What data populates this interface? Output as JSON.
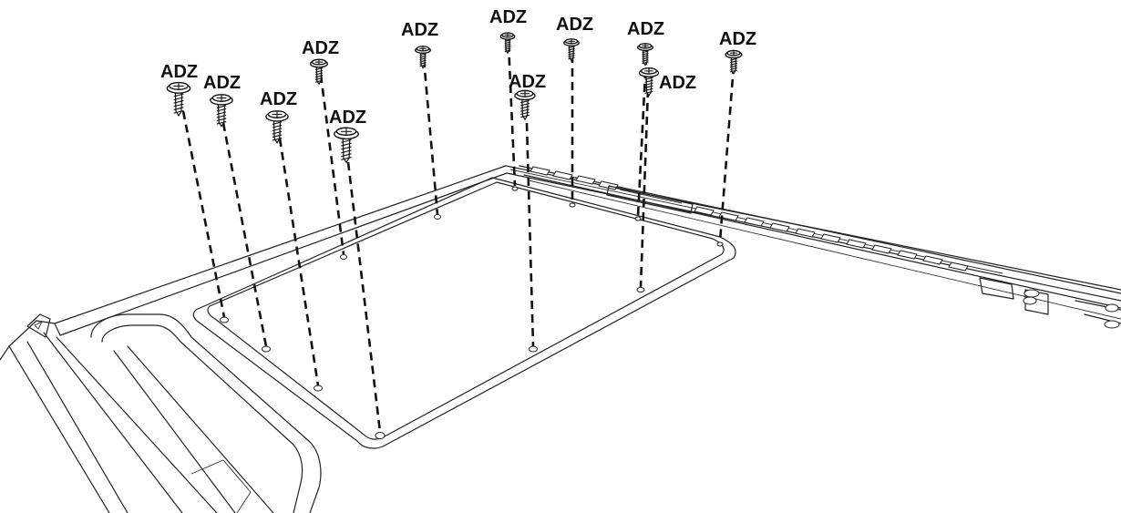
{
  "diagram": {
    "callouts": [
      {
        "id": "s1",
        "label": "ADZ"
      },
      {
        "id": "s2",
        "label": "ADZ"
      },
      {
        "id": "s3",
        "label": "ADZ"
      },
      {
        "id": "s4",
        "label": "ADZ"
      },
      {
        "id": "s5",
        "label": "ADZ"
      },
      {
        "id": "s6",
        "label": "ADZ"
      },
      {
        "id": "s7",
        "label": "ADZ"
      },
      {
        "id": "s8",
        "label": "ADZ"
      },
      {
        "id": "s9",
        "label": "ADZ"
      },
      {
        "id": "s10",
        "label": "ADZ"
      },
      {
        "id": "s11",
        "label": "ADZ"
      },
      {
        "id": "s12",
        "label": "ADZ"
      }
    ]
  }
}
